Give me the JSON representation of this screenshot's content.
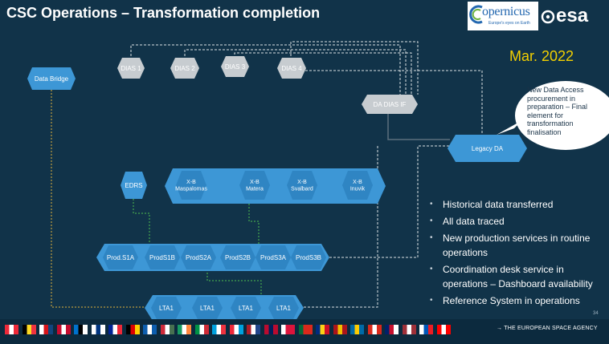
{
  "title": "CSC Operations – Transformation completion",
  "logos": {
    "copernicus": "opernicus",
    "copernicus_sub": "Europe's eyes on Earth",
    "esa": "esa"
  },
  "date": "Mar. 2022",
  "nodes": {
    "data_bridge": "Data Bridge",
    "dias1": "DIAS 1",
    "dias2": "DIAS 2",
    "dias3": "DIAS 3",
    "dias4": "DIAS 4",
    "da_dias_if": "DA DIAS IF",
    "legacy_da": "Legacy DA",
    "edrs": "EDRS",
    "xb_maspalomas": [
      "X-B",
      "Maspalomas"
    ],
    "xb_matera": [
      "X-B",
      "Matera"
    ],
    "xb_svalbard": [
      "X-B",
      "Svalbard"
    ],
    "xb_inuvik": [
      "X-B",
      "Inuvik"
    ],
    "prod": [
      "Prod.S1A",
      "ProdS1B",
      "ProdS2A",
      "ProdS2B",
      "ProdS3A",
      "ProdS3B"
    ],
    "lta": [
      "LTA1",
      "LTA1",
      "LTA1",
      "LTA1"
    ]
  },
  "callout": "New Data Access procurement in preparation – Final element for transformation finalisation",
  "bullets": [
    "Historical data transferred",
    "All data traced",
    "New production services in routine operations",
    "Coordination desk service in operations – Dashboard availability",
    "Reference System in operations"
  ],
  "page_number": "34",
  "footer": "→ THE EUROPEAN SPACE AGENCY",
  "colors": {
    "background": "#113349",
    "node": "#3d97d6",
    "node_grey": "#c7ccd0",
    "date": "#f2cf00",
    "connector_green": "#4fbf4f"
  },
  "flags": [
    [
      "#ed2939",
      "#ffffff",
      "#ed2939"
    ],
    [
      "#000000",
      "#fdda24",
      "#ef3340"
    ],
    [
      "#ffffff",
      "#d7141a",
      "#11457e"
    ],
    [
      "#c60c30",
      "#ffffff",
      "#c60c30"
    ],
    [
      "#0072ce",
      "#000000",
      "#ffffff"
    ],
    [
      "#ffffff",
      "#003580",
      "#ffffff"
    ],
    [
      "#002395",
      "#ffffff",
      "#ed2939"
    ],
    [
      "#000000",
      "#dd0000",
      "#ffce00"
    ],
    [
      "#0d5eaf",
      "#ffffff",
      "#0d5eaf"
    ],
    [
      "#ce2939",
      "#ffffff",
      "#477050"
    ],
    [
      "#169b62",
      "#ffffff",
      "#ff883e"
    ],
    [
      "#009246",
      "#ffffff",
      "#ce2b37"
    ],
    [
      "#00a1de",
      "#ffffff",
      "#ef3340"
    ],
    [
      "#ed2939",
      "#ffffff",
      "#00a1de"
    ],
    [
      "#ae1c28",
      "#ffffff",
      "#21468b"
    ],
    [
      "#ba0c2f",
      "#00205b",
      "#ba0c2f"
    ],
    [
      "#ffffff",
      "#dc143c",
      "#dc143c"
    ],
    [
      "#046a38",
      "#da291c",
      "#da291c"
    ],
    [
      "#002b7f",
      "#fcd116",
      "#ce1126"
    ],
    [
      "#aa151b",
      "#f1bf00",
      "#aa151b"
    ],
    [
      "#006aa7",
      "#fecc00",
      "#006aa7"
    ],
    [
      "#da291c",
      "#ffffff",
      "#da291c"
    ],
    [
      "#012169",
      "#c8102e",
      "#ffffff"
    ],
    [
      "#9e3039",
      "#ffffff",
      "#9e3039"
    ],
    [
      "#ffffff",
      "#0057b8",
      "#ed1c24"
    ],
    [
      "#ff0000",
      "#ffffff",
      "#ff0000"
    ]
  ]
}
